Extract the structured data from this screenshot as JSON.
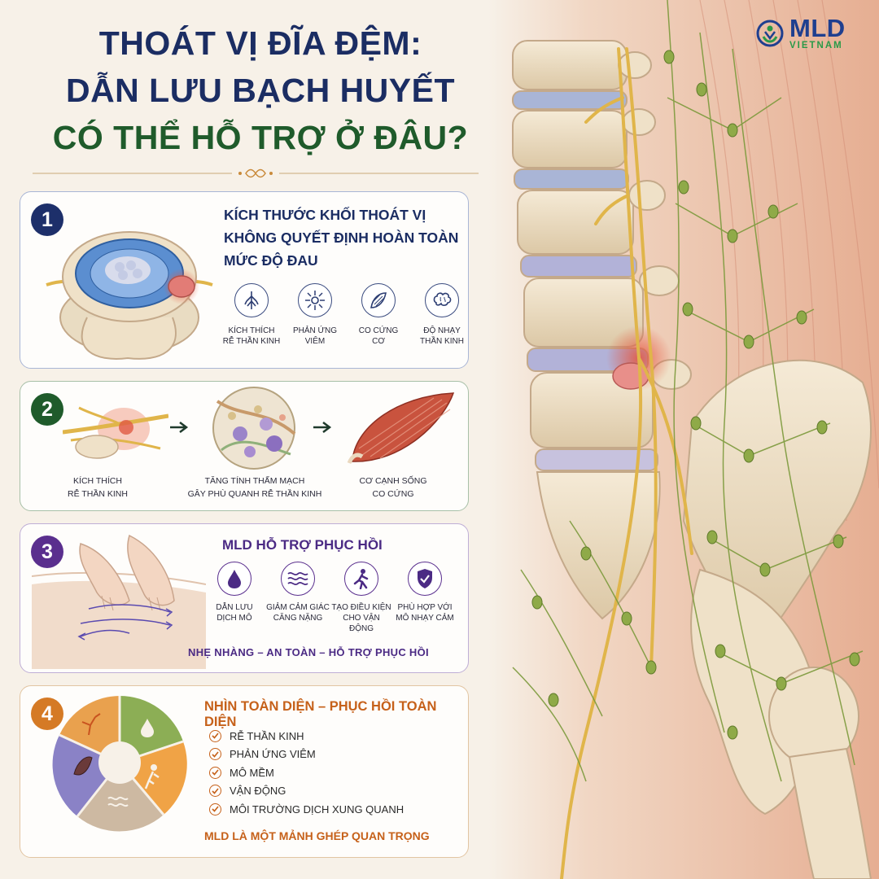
{
  "brand": {
    "name": "MLD",
    "sub": "VIETNAM"
  },
  "title": {
    "line1": "THOÁT VỊ ĐĨA ĐỆM:",
    "line2": "DẪN LƯU BẠCH HUYẾT",
    "line3": "CÓ THỂ HỖ TRỢ Ở ĐÂU?"
  },
  "section1": {
    "number": "1",
    "heading": [
      "KÍCH THƯỚC KHỐI THOÁT VỊ",
      "KHÔNG QUYẾT ĐỊNH HOÀN TOÀN",
      "MỨC ĐỘ ĐAU"
    ],
    "items": [
      {
        "icon": "nerve-icon",
        "line1": "KÍCH THÍCH",
        "line2": "RỄ THẦN KINH"
      },
      {
        "icon": "inflammation-icon",
        "line1": "PHẢN ỨNG",
        "line2": "VIÊM"
      },
      {
        "icon": "muscle-icon",
        "line1": "CO CỨNG",
        "line2": "CƠ"
      },
      {
        "icon": "brain-icon",
        "line1": "ĐỘ NHẠY",
        "line2": "THẦN KINH"
      }
    ]
  },
  "section2": {
    "number": "2",
    "steps": [
      {
        "line1": "KÍCH THÍCH",
        "line2": "RỄ THẦN KINH"
      },
      {
        "line1": "TĂNG TÍNH THẤM MẠCH",
        "line2": "GÂY PHÙ QUANH RỄ THẦN KINH"
      },
      {
        "line1": "CƠ CẠNH SỐNG",
        "line2": "CO CỨNG"
      }
    ]
  },
  "section3": {
    "number": "3",
    "heading": "MLD HỖ TRỢ PHỤC HỒI",
    "items": [
      {
        "icon": "droplet-icon",
        "line1": "DẪN LƯU",
        "line2": "DỊCH MÔ"
      },
      {
        "icon": "waves-icon",
        "line1": "GIẢM CẢM GIÁC",
        "line2": "CĂNG NẶNG"
      },
      {
        "icon": "walking-person-icon",
        "line1": "TẠO ĐIỀU KIỆN",
        "line2": "CHO VẬN ĐỘNG"
      },
      {
        "icon": "shield-check-icon",
        "line1": "PHÙ HỢP VỚI",
        "line2": "MÔ NHẠY CẢM"
      }
    ],
    "tagline": "NHẸ NHÀNG – AN TOÀN – HỖ TRỢ PHỤC HỒI"
  },
  "section4": {
    "number": "4",
    "heading": "NHÌN TOÀN DIỆN – PHỤC HỒI TOÀN DIỆN",
    "items": [
      "RỄ THẦN KINH",
      "PHẢN ỨNG VIÊM",
      "MÔ MỀM",
      "VẬN ĐỘNG",
      "MÔI TRƯỜNG DỊCH XUNG QUANH"
    ],
    "tagline": "MLD LÀ MỘT MẢNH GHÉP QUAN TRỌNG"
  },
  "colors": {
    "navy": "#1b2d63",
    "green": "#1f5b2b",
    "purple": "#5a2f8e",
    "orange": "#d57a25",
    "background": "#f7f1e8"
  }
}
